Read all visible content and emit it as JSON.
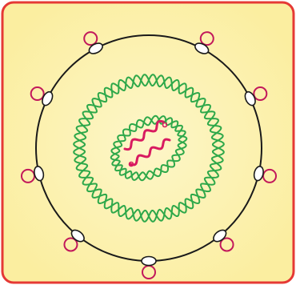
{
  "colors": {
    "panel_fill": "#fbeea0",
    "panel_fill_center": "#fdf6c8",
    "panel_border": "#e53935",
    "outer_membrane": "#1a1a1a",
    "ring_helix": "#2ea84a",
    "inner_strand": "#d81b60",
    "surface_loop": "#c2185b",
    "anchor_oval_fill": "#ffffff",
    "anchor_oval_stroke": "#1a1a1a"
  },
  "icons": {
    "outer_membrane": "membrane-circle",
    "surface_units": "pink-loop-with-white-oval",
    "outer_helix_ring": "double-helix-ring",
    "inner_helix_ring": "double-helix-ring",
    "core_strands": "wavy-strand"
  }
}
